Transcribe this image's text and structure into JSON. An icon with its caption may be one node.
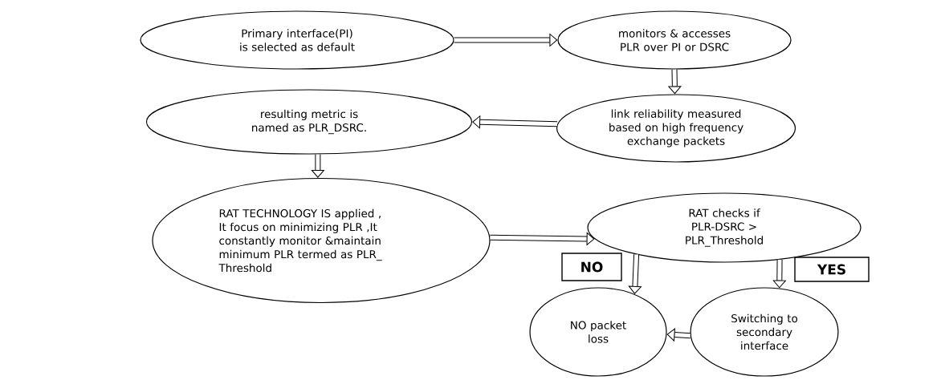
{
  "diagram": {
    "nodes": [
      {
        "text": [
          "Primary interface(PI) is selected as default"
        ]
      },
      {
        "text": [
          "monitors & accesses PLR over PI or DSRC"
        ]
      },
      {
        "text": [
          "link reliability measured based on high frequency exchange packets"
        ]
      },
      {
        "text": [
          "resulting metric is named as PLR_DSRC."
        ]
      },
      {
        "text": [
          "RAT TECHNOLOGY IS applied , It focus on minimizing PLR ,It constantly monitor &maintain minimum PLR termed as PLR_ Threshold"
        ]
      },
      {
        "text": [
          "RAT checks if PLR-DSRC > PLR_Threshold"
        ]
      },
      {
        "text": [
          "NO"
        ]
      },
      {
        "text": [
          "YES"
        ]
      },
      {
        "text": [
          "NO packet loss"
        ]
      },
      {
        "text": [
          "Switching to secondary interface"
        ]
      }
    ],
    "edges": [
      {
        "from": 0,
        "to": 1,
        "arrow": "to"
      },
      {
        "from": 1,
        "to": 2,
        "arrow": "to"
      },
      {
        "from": 2,
        "to": 3,
        "arrow": "to"
      },
      {
        "from": 3,
        "to": 4,
        "arrow": "to"
      },
      {
        "from": 4,
        "to": 5,
        "arrow": "to"
      },
      {
        "from": 5,
        "to": 8,
        "arrow": "to"
      },
      {
        "from": 5,
        "to": 9,
        "arrow": "to"
      },
      {
        "from": 9,
        "to": 8,
        "arrow": "to"
      }
    ]
  }
}
